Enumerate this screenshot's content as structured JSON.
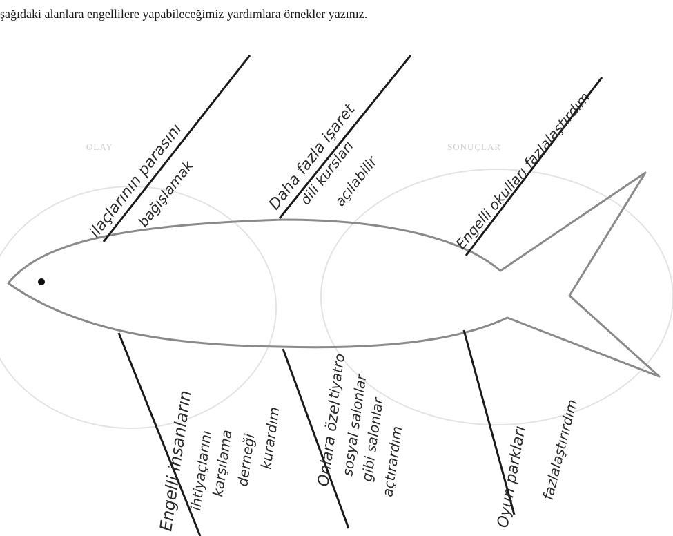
{
  "worksheet": {
    "instruction": "şağıdaki alanlara engellilere yapabileceğimiz yardımlara örnekler yazınız.",
    "ghost_headings": [
      "OLAY",
      "SONUÇLAR"
    ]
  },
  "fishbone": {
    "top_bones": [
      {
        "lines": [
          "ilaçlarının parasını",
          "bağışlamak"
        ]
      },
      {
        "lines": [
          "Daha fazla işaret",
          "dili kursları",
          "açılabilir"
        ]
      },
      {
        "lines": [
          "Engelli okulları fazlalaştırdım"
        ]
      }
    ],
    "bottom_bones": [
      {
        "lines": [
          "Engelli insanların",
          "ihtiyaçlarını",
          "karşılama",
          "derneği",
          "kurardım"
        ]
      },
      {
        "lines": [
          "Onlara özel",
          "tiyatro",
          "sosyal salonlar",
          "gibi salonlar",
          "açtırardım"
        ]
      },
      {
        "lines": [
          "Oyun parkları",
          "fazlalaştırırdım"
        ]
      }
    ]
  }
}
